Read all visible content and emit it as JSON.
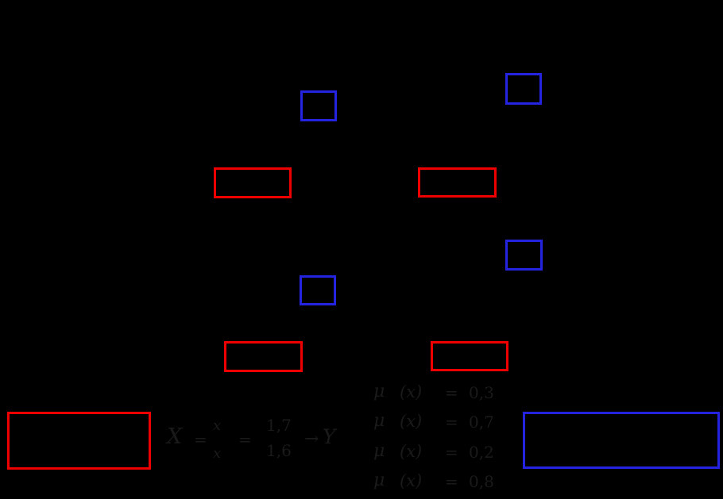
{
  "diagram": {
    "background": "#000000",
    "colors": {
      "red_node": "#ee0000",
      "blue_node": "#2424e0",
      "faint_text": "#1a1a1a"
    },
    "nodes": [
      {
        "id": "blue-top-center"
      },
      {
        "id": "blue-top-right"
      },
      {
        "id": "red-mid-left"
      },
      {
        "id": "red-mid-right"
      },
      {
        "id": "blue-right"
      },
      {
        "id": "blue-center"
      },
      {
        "id": "red-lower-left"
      },
      {
        "id": "red-lower-right"
      },
      {
        "id": "red-bottom-left-large"
      },
      {
        "id": "blue-bottom-right-large"
      }
    ],
    "input_formula": {
      "set_symbol": "X",
      "equals1": "=",
      "element_top": "x",
      "element_bottom": "x",
      "equals2": "=",
      "value_top": "1,7",
      "value_bottom": "1,6",
      "arrow": "→",
      "output_symbol": "Y"
    },
    "membership_values": {
      "rows": [
        {
          "symbol": "μ",
          "argument": "(x)",
          "equals": "=",
          "value": "0,3"
        },
        {
          "symbol": "μ",
          "argument": "(x)",
          "equals": "=",
          "value": "0,7"
        },
        {
          "symbol": "μ",
          "argument": "(x)",
          "equals": "=",
          "value": "0,2"
        },
        {
          "symbol": "μ",
          "argument": "(x)",
          "equals": "=",
          "value": "0,8"
        }
      ]
    }
  }
}
